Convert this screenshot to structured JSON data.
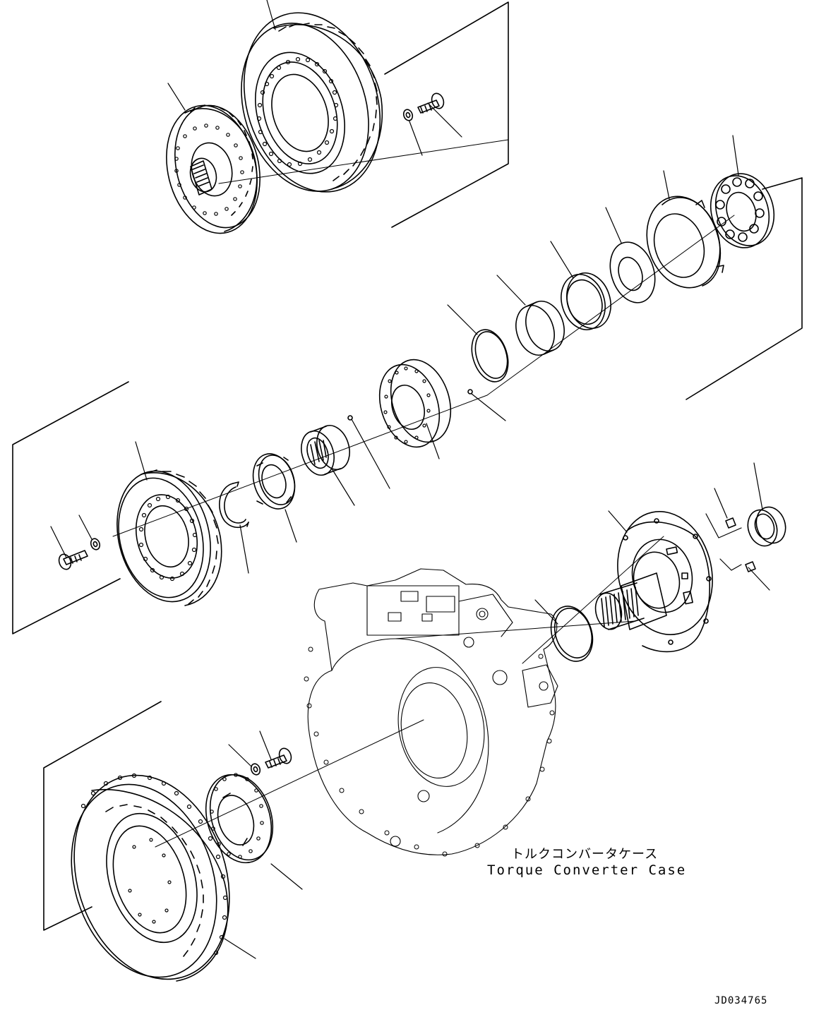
{
  "labels": {
    "case_jp": "トルクコンバータケース",
    "case_en": "Torque Converter Case",
    "drawing_id": "JD034765"
  },
  "colors": {
    "line": "#000000",
    "background": "#ffffff"
  }
}
